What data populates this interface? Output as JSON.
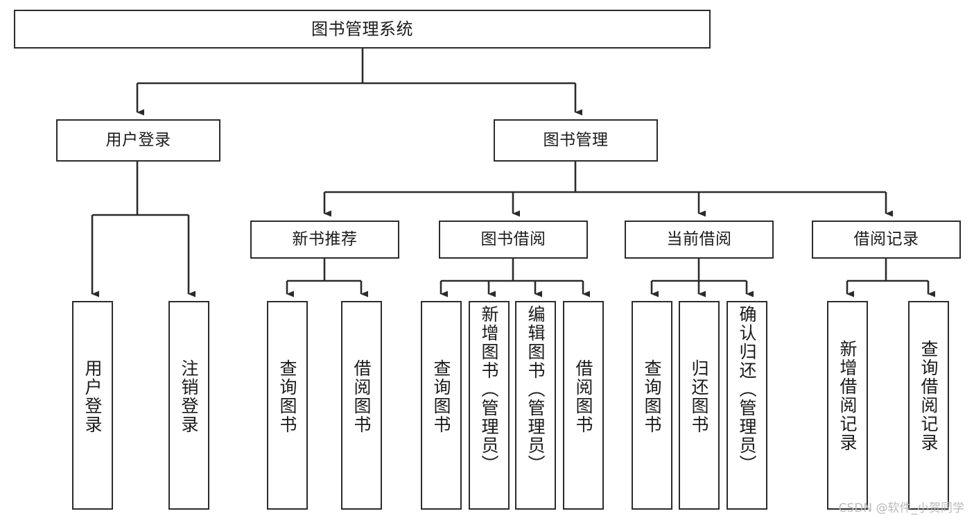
{
  "diagram": {
    "title": "图书管理系统",
    "type": "tree-hierarchy-chart",
    "watermark": "CSDN @软件_小贺同学",
    "colors": {
      "stroke": "#2b2b2b",
      "fill": "#ffffff",
      "text": "#1a1a1a",
      "watermark": "#b9b9b9"
    },
    "nodes": {
      "root": {
        "label": "图书管理系统"
      },
      "level2": [
        {
          "id": "user-login",
          "label": "用户登录"
        },
        {
          "id": "book-management",
          "label": "图书管理"
        }
      ],
      "level3": [
        {
          "id": "new-book-recommend",
          "label": "新书推荐"
        },
        {
          "id": "book-borrow",
          "label": "图书借阅"
        },
        {
          "id": "current-borrow",
          "label": "当前借阅"
        },
        {
          "id": "borrow-record",
          "label": "借阅记录"
        }
      ],
      "leaves": [
        {
          "id": "leaf-user-login",
          "label": "用户登录",
          "parent": "user-login"
        },
        {
          "id": "leaf-logout-login",
          "label": "注销登录",
          "parent": "user-login"
        },
        {
          "id": "leaf-query-book-1",
          "label": "查询图书",
          "parent": "new-book-recommend"
        },
        {
          "id": "leaf-borrow-book-1",
          "label": "借阅图书",
          "parent": "new-book-recommend"
        },
        {
          "id": "leaf-query-book-2",
          "label": "查询图书",
          "parent": "book-borrow"
        },
        {
          "id": "leaf-add-book",
          "label": "新增图书（管理员）",
          "parent": "book-borrow"
        },
        {
          "id": "leaf-edit-book",
          "label": "编辑图书（管理员）",
          "parent": "book-borrow"
        },
        {
          "id": "leaf-borrow-book-2",
          "label": "借阅图书",
          "parent": "book-borrow"
        },
        {
          "id": "leaf-query-book-3",
          "label": "查询图书",
          "parent": "current-borrow"
        },
        {
          "id": "leaf-return-book",
          "label": "归还图书",
          "parent": "current-borrow"
        },
        {
          "id": "leaf-confirm-return",
          "label": "确认归还（管理员）",
          "parent": "current-borrow"
        },
        {
          "id": "leaf-add-record",
          "label": "新增借阅记录",
          "parent": "borrow-record"
        },
        {
          "id": "leaf-query-record",
          "label": "查询借阅记录",
          "parent": "borrow-record"
        }
      ]
    }
  }
}
